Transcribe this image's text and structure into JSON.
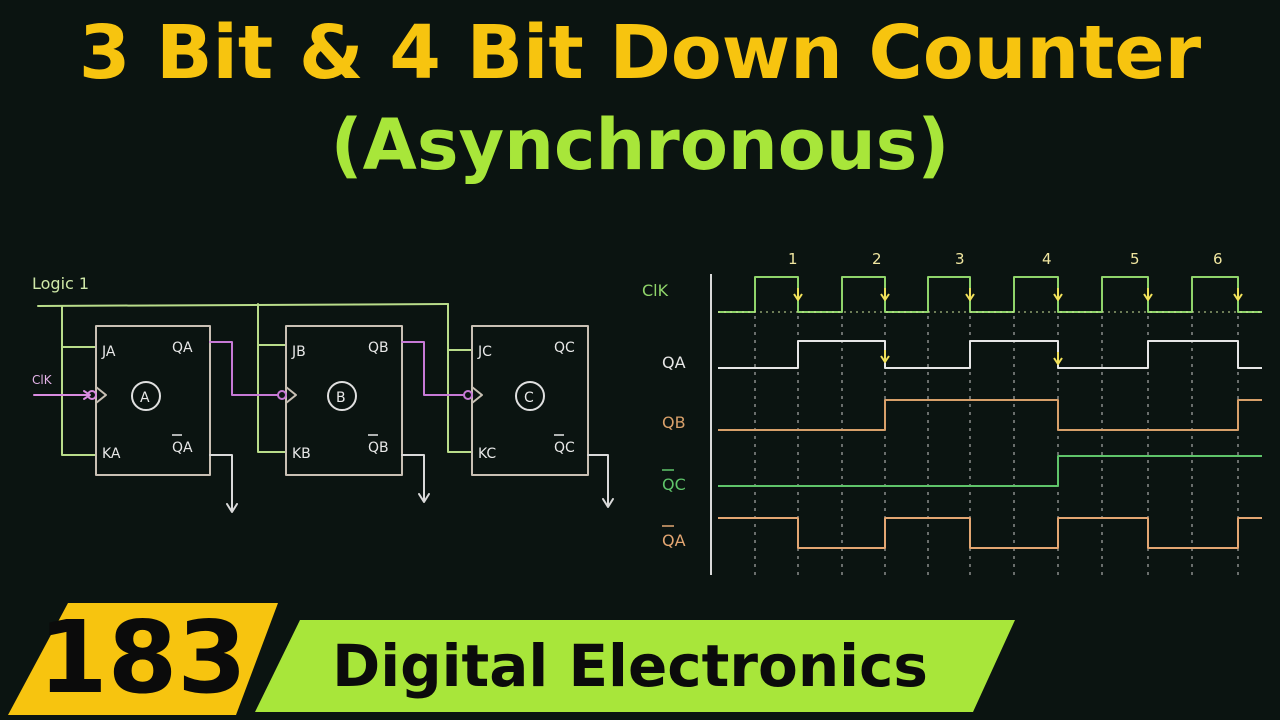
{
  "title": {
    "line1": "3 Bit & 4 Bit Down Counter",
    "line2": "(Asynchronous)"
  },
  "circuit": {
    "logic_label": "Logic 1",
    "clk_label": "ClK",
    "flipflops": [
      {
        "name": "A",
        "j": "JA",
        "k": "KA",
        "q": "QA",
        "qbar": "QA"
      },
      {
        "name": "B",
        "j": "JB",
        "k": "KB",
        "q": "QB",
        "qbar": "QB"
      },
      {
        "name": "C",
        "j": "JC",
        "k": "KC",
        "q": "QC",
        "qbar": "QC"
      }
    ]
  },
  "timing": {
    "pulse_numbers": [
      "1",
      "2",
      "3",
      "4",
      "5",
      "6"
    ],
    "signal_labels": [
      "ClK",
      "QA",
      "QB",
      "QC",
      "QA"
    ],
    "colors": {
      "clk": "#8fd46a",
      "qa": "#e6e6e6",
      "qb": "#d8a06a",
      "qc": "#5fc46a",
      "qa_bar": "#e3a672",
      "marker": "#f0e05a"
    }
  },
  "badge": {
    "number": "183",
    "label": "Digital Electronics",
    "number_bg": "#f7c40f",
    "label_bg": "#a8e63a"
  }
}
